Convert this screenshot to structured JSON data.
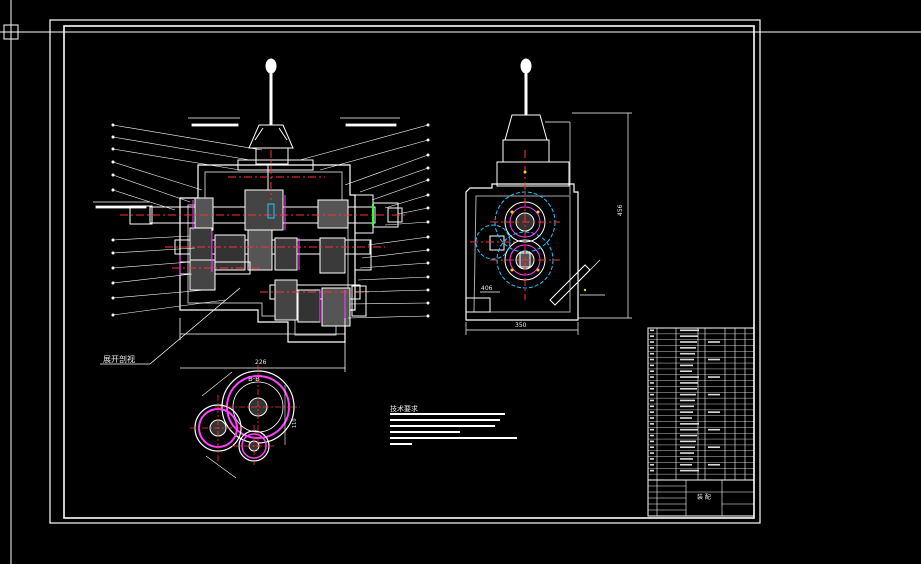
{
  "drawing": {
    "section_label": "B-B",
    "left_callout": "展开剖视",
    "technical_requirements_title": "技术要求",
    "title_block_name": "装 配",
    "dim_width_side": "406",
    "dim_height_side": "456",
    "dim_base": "350",
    "dim_bottom_main": "226",
    "dim_gear_vertical": "110"
  },
  "colors": {
    "background": "#000000",
    "line": "#ffffff",
    "center": "#ff3030",
    "pitch": "#ff40ff",
    "hidden": "#20c8ff",
    "accent": "#ffd000",
    "green": "#30ff30"
  }
}
